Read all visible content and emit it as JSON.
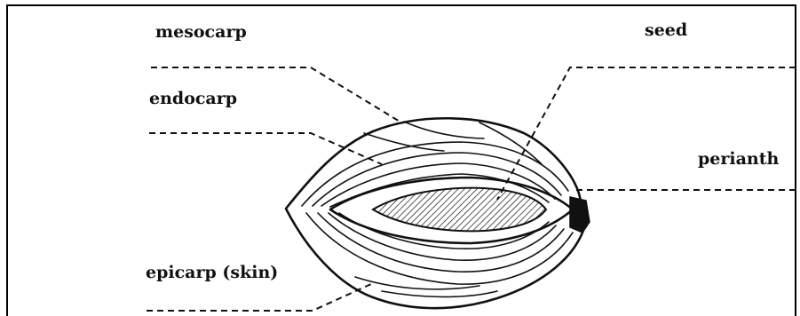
{
  "diagram": {
    "labels": {
      "mesocarp": "mesocarp",
      "seed": "seed",
      "endocarp": "endocarp",
      "perianth": "perianth",
      "epicarp": "epicarp (skin)"
    }
  }
}
